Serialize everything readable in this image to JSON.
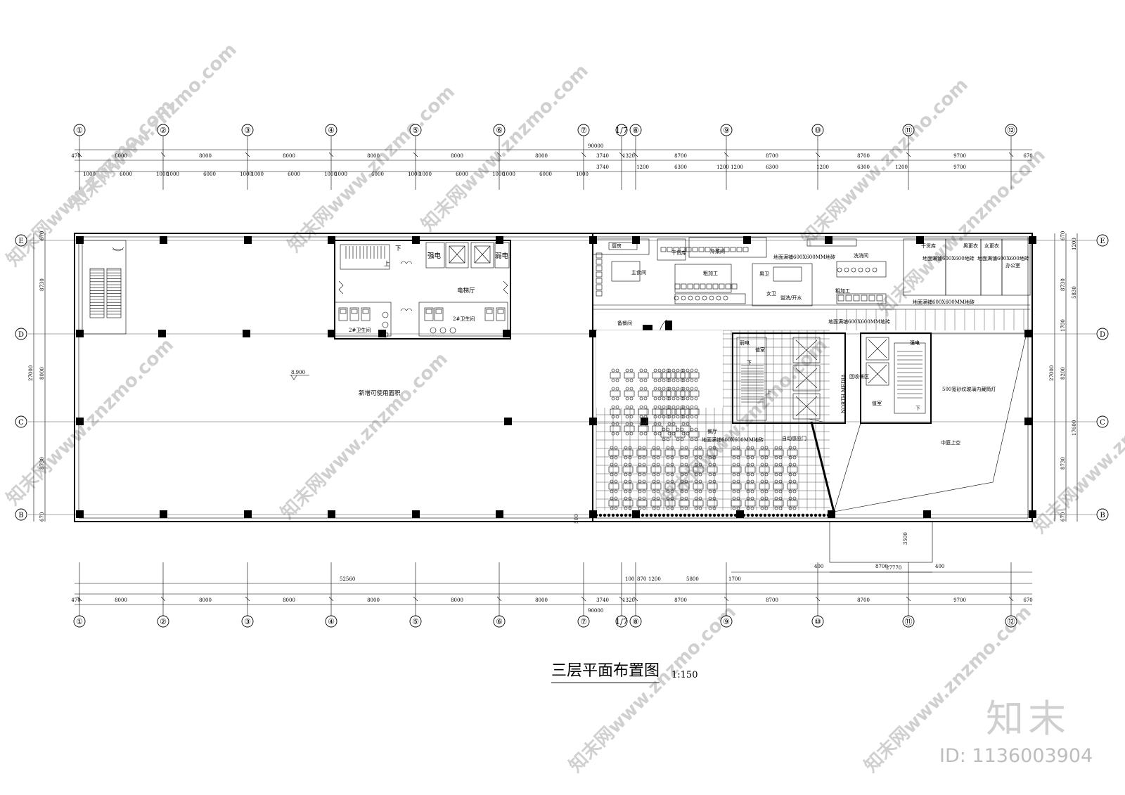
{
  "drawing": {
    "title": "三层平面布置图",
    "scale": "1:150"
  },
  "axes": {
    "columns": [
      "①",
      "②",
      "③",
      "④",
      "⑤",
      "⑥",
      "⑦",
      "1/7",
      "⑧",
      "⑨",
      "⑩",
      "⑪",
      "⑫"
    ],
    "rows": [
      "E",
      "D",
      "C",
      "B"
    ]
  },
  "dimensions": {
    "top_total": "90000",
    "top_row1": [
      "470",
      "8000",
      "8000",
      "8000",
      "8000",
      "8000",
      "8000",
      "3740",
      "1320",
      "8700",
      "8700",
      "8700",
      "9700",
      "670"
    ],
    "top_row2": [
      "1000",
      "6000",
      "1000",
      "1000",
      "6000",
      "1000",
      "1000",
      "6000",
      "1000",
      "1000",
      "6000",
      "1000",
      "1000",
      "6000",
      "1000",
      "1000",
      "3740",
      "1200",
      "6300",
      "1200",
      "1200",
      "6300",
      "1200",
      "6300",
      "1200",
      "9700"
    ],
    "bottom_row0": [
      "52560",
      "100",
      "870",
      "1200",
      "5800",
      "1700",
      "27770"
    ],
    "bottom_row1": [
      "470",
      "8000",
      "8000",
      "8000",
      "8000",
      "8000",
      "8000",
      "3740",
      "1320",
      "8700",
      "8700",
      "8700",
      "9700",
      "670"
    ],
    "bottom_total": "90000",
    "left_total": "27000",
    "left_parts": [
      "670",
      "8730",
      "8000",
      "8730",
      "670"
    ],
    "right_total": "27000",
    "right_parts": [
      "670",
      "1200",
      "5830",
      "8730",
      "1700",
      "8200",
      "17600",
      "8730",
      "670"
    ],
    "canopy": [
      "400",
      "8700",
      "400",
      "3500"
    ],
    "bottom_small": "500"
  },
  "rooms": {
    "new_area": "新增可使用面积",
    "elevation": "8.900",
    "elevator_hall": "电梯厅",
    "toilet2_left": "2#卫生间",
    "toilet2_right": "2#卫生间",
    "strong_elec_left": "强电",
    "weak_elec_left": "弱电",
    "stair_down": "下",
    "stair_up": "上",
    "prep_room": "备餐间",
    "main_kitchen": "主食间",
    "cold_room": "冷菜间",
    "rough_processing": "粗加工",
    "wash": "洗消间",
    "storage": "干货库",
    "floor_600": "地面满铺600X600MM地砖",
    "floor_600b": "地面满铺600X600MM地砖",
    "floor_600c": "地面满铺600X600MM地砖",
    "floor_600d": "地面满铺600X600MM地砖",
    "floor_office": "地面满铺600X600地砖",
    "floor_office_2": "地面满铺600X600地砖",
    "male_changing": "男更衣",
    "female_changing": "女更衣",
    "office": "办公室",
    "men_wc": "男卫",
    "women_wc": "女卫",
    "wash_basin": "盥洗/开水",
    "dining": "餐厅",
    "auto_door": "自动感应门",
    "north_media": "NORTH MEDIA",
    "return_area": "回收餐区",
    "weak_elec_right": "弱电",
    "strong_elec_right": "强电",
    "duty_room": "值室",
    "duty_room_2": "值室",
    "lamp_note": "500宽砂纹玻璃内藏筒灯",
    "atrium": "中庭上空",
    "stairs_down_r": "下",
    "stairs_down_r2": "下",
    "stairs_up_r": "上",
    "kitchen_label": "厨房"
  },
  "branding": {
    "brand": "知末",
    "id": "ID: 1136003904",
    "watermark": "知末网www.znzmo.com"
  }
}
